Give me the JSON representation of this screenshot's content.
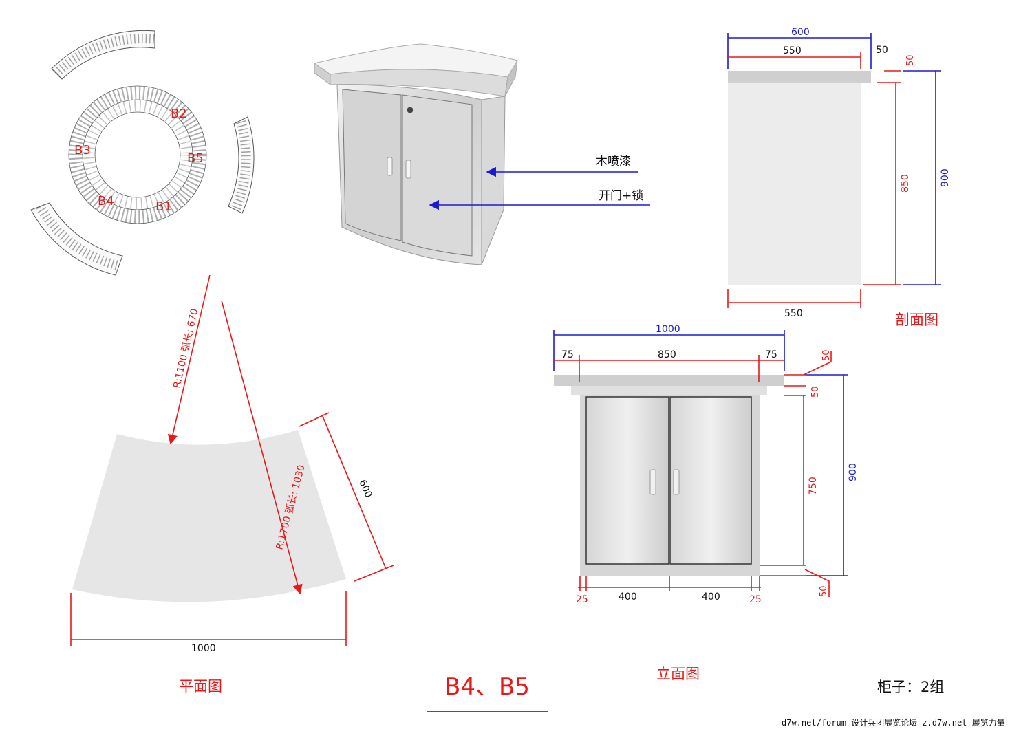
{
  "title": "B4、B5",
  "note": "柜子：2组",
  "watermark": "d7w.net/forum 设计兵团展览论坛   z.d7w.net 展览力量",
  "views": {
    "plan": "平面图",
    "elevation": "立面图",
    "section": "剖面图"
  },
  "layout_labels": [
    "B1",
    "B2",
    "B3",
    "B4",
    "B5"
  ],
  "callouts": {
    "finish": "木喷漆",
    "door": "开门+锁"
  },
  "section_dims": {
    "top_width": "600",
    "inner_width": "550",
    "overhang": "50",
    "top_thickness": "50",
    "body_height": "850",
    "total_height": "900",
    "bottom_width": "550"
  },
  "elevation_dims": {
    "total_width": "1000",
    "left_inset": "75",
    "mid_width": "850",
    "right_inset": "75",
    "top_thick": "50",
    "rail": "50",
    "body": "750",
    "total_height": "900",
    "base": "50",
    "side_left": "25",
    "door_left": "400",
    "door_right": "400",
    "side_right": "25"
  },
  "plan_dims": {
    "inner_radius": "R:1100 弧长: 670",
    "outer_radius": "R:1700 弧长: 1030",
    "depth": "600",
    "chord": "1000"
  },
  "colors": {
    "dimension_red": "#e81818",
    "dimension_blue": "#1a1ad0",
    "panel_gray": "#e6e6e6"
  }
}
